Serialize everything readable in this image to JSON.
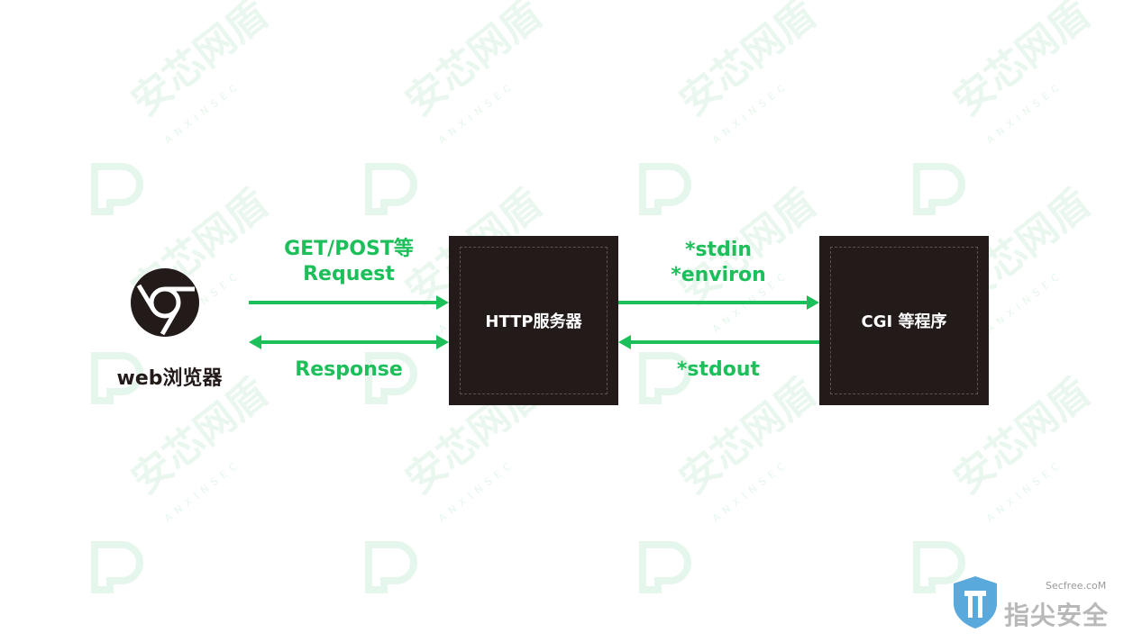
{
  "watermark": {
    "text": "安芯网盾",
    "subtext": "ANXINSEC"
  },
  "browser": {
    "label": "web浏览器",
    "icon": "chrome-browser-icon"
  },
  "request": {
    "line1": "GET/POST等",
    "line2": "Request"
  },
  "response": {
    "label": "Response"
  },
  "http_server": {
    "label": "HTTP服务器"
  },
  "stdin_environ": {
    "line1": "*stdin",
    "line2": "*environ"
  },
  "stdout": {
    "label": "*stdout"
  },
  "cgi": {
    "label": "CGI 等程序"
  },
  "corner_logo": {
    "site": "Secfree.coM",
    "name": "指尖安全"
  },
  "colors": {
    "accent": "#1cbf5a",
    "box": "#231a1a",
    "watermark": "#28b464"
  }
}
